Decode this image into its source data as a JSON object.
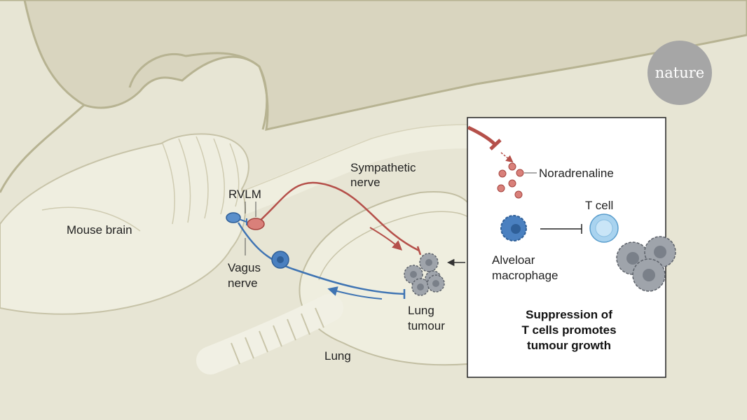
{
  "labels": {
    "mouse_brain": "Mouse brain",
    "rvlm": "RVLM",
    "sympathetic_line1": "Sympathetic",
    "sympathetic_line2": "nerve",
    "vagus_line1": "Vagus",
    "vagus_line2": "nerve",
    "lung": "Lung",
    "lung_tumour_line1": "Lung",
    "lung_tumour_line2": "tumour"
  },
  "inset": {
    "noradrenaline": "Noradrenaline",
    "t_cell": "T cell",
    "macrophage_line1": "Alveloar",
    "macrophage_line2": "macrophage",
    "summary_line1": "Suppression of",
    "summary_line2": "T cells promotes",
    "summary_line3": "tumour growth"
  },
  "logo": "nature",
  "colors": {
    "background": "#e7e5d4",
    "body_outline": "#b7b392",
    "sympathetic": "#b5504a",
    "vagus": "#3f74b3",
    "tumour": "#9fa4ab",
    "logo_circle": "#a6a6a6"
  }
}
